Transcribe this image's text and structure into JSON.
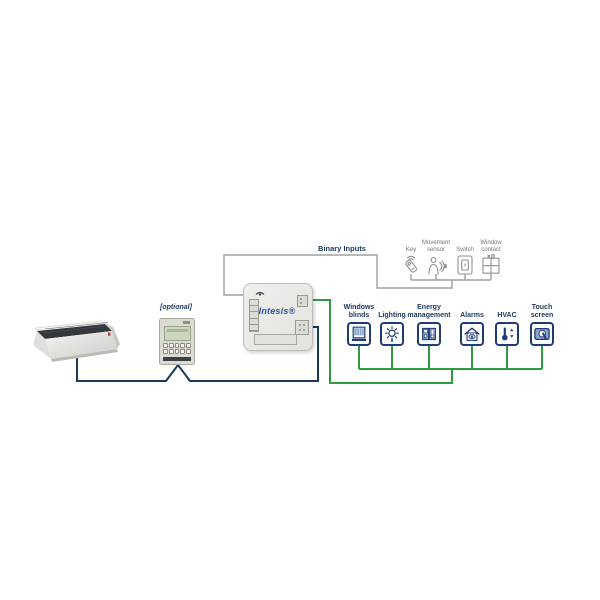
{
  "colors": {
    "knx_green": "#2e9c41",
    "ac_navy": "#17395e",
    "wire_gray": "#9aa0a4",
    "binary_gray": "#8b9196",
    "binary_text": "#6e747a",
    "icon_navy": "#1e3c78",
    "icon_steel": "#8aa6c8",
    "label_navy": "#1f3a60",
    "brand_blue": "#2457a7"
  },
  "gateway": {
    "brand": "Intesis®"
  },
  "ac_remote": {
    "label": "[optional]"
  },
  "binary_inputs": {
    "title": "Binary Inputs",
    "devices": [
      {
        "label": "Key"
      },
      {
        "label": "Movement sensor"
      },
      {
        "label": "Switch"
      },
      {
        "label": "Window contact"
      }
    ]
  },
  "knx_devices": [
    {
      "label": "Windows blinds"
    },
    {
      "label": "Lighting"
    },
    {
      "label": "Energy management"
    },
    {
      "label": "Alarms"
    },
    {
      "label": "HVAC"
    },
    {
      "label": "Touch screen"
    }
  ]
}
